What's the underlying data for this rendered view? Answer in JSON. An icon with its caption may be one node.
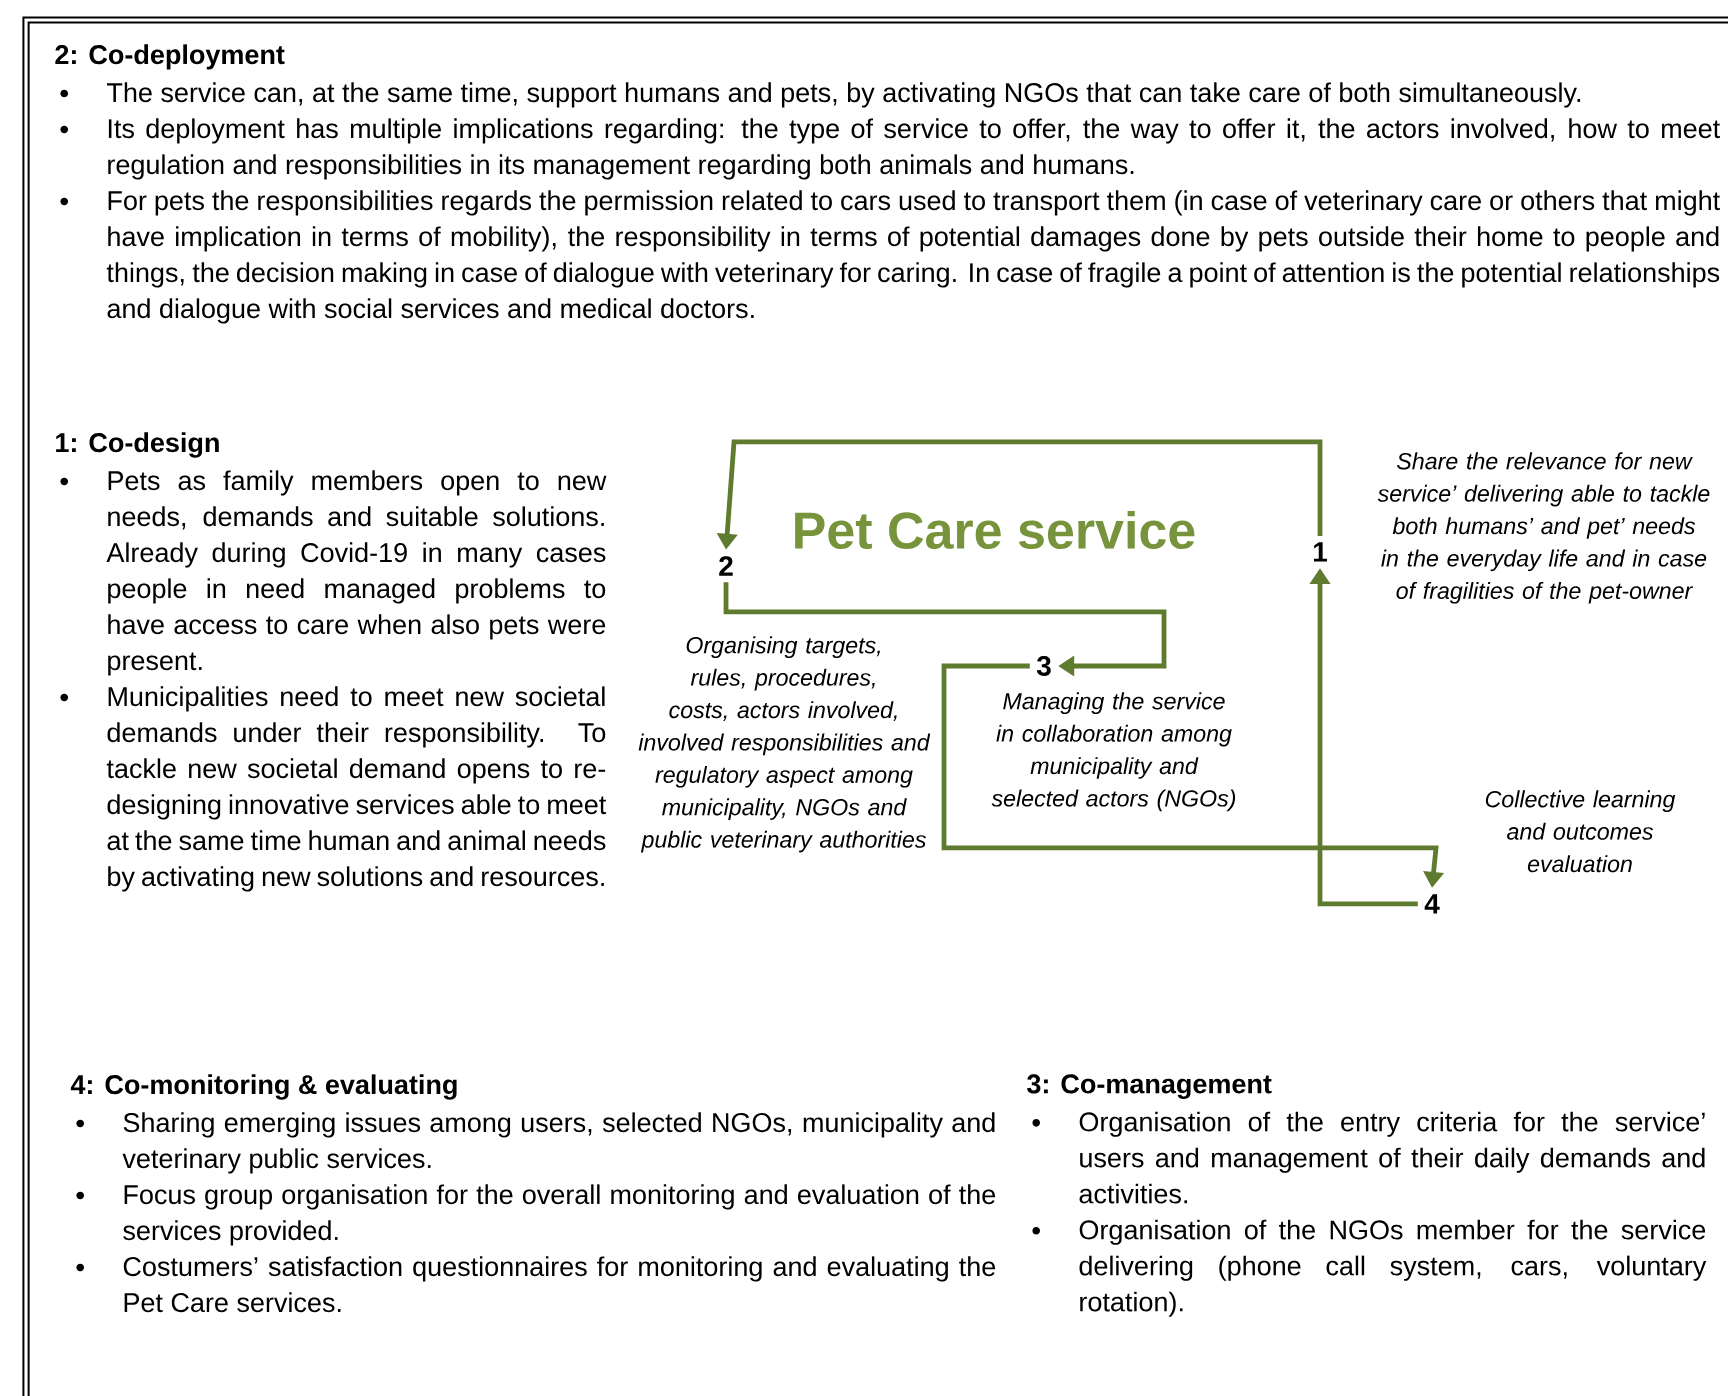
{
  "diagram": {
    "title": "Pet Care service",
    "nodes": [
      {
        "text": [
          "1"
        ],
        "beside": [
          "Share the relevance for new service’ delivering able to tackle both humans’ and pet’ needs in the everyday life and in case of fragilities of the pet-owner"
        ]
      },
      {
        "text": [
          "2"
        ],
        "beside": [
          "Organising targets, rules, procedures, costs, actors involved, involved responsibilities and regulatory aspect among municipality, NGOs and public veterinary authorities"
        ]
      },
      {
        "text": [
          "3"
        ],
        "beside": [
          "Managing the service in collaboration among municipality and selected actors (NGOs)"
        ]
      },
      {
        "text": [
          "4"
        ],
        "beside": [
          "Collective learning and outcomes evaluation"
        ]
      }
    ],
    "edges": [
      {
        "from": 0,
        "to": 1,
        "arrow": "to"
      },
      {
        "from": 1,
        "to": 2,
        "arrow": "to"
      },
      {
        "from": 2,
        "to": 3,
        "arrow": "to"
      },
      {
        "from": 3,
        "to": 0,
        "arrow": "to"
      }
    ],
    "labels": [
      "2: Co-deployment",
      "The service can, at the same time, support humans and pets, by activating NGOs that can take care of both simultaneously.",
      "Its deployment has multiple implications regarding: the type of service to offer, the way to offer it, the actors involved, how to meet regulation and responsibilities in its management regarding both animals and humans.",
      "For pets the responsibilities regards the permission related to cars used to transport them (in case of veterinary care or others that might have implication in terms of mobility), the responsibility in terms of potential damages done by pets outside their home to people and things, the decision making in case of dialogue with veterinary for caring. In case of fragile a point of attention is the potential relationships and dialogue with social services and medical doctors.",
      "1: Co-design",
      "Pets as family members open to new needs, demands and suitable solutions. Already during Covid-19 in many cases people in need managed problems to have access to care when also pets were present.",
      "Municipalities need to meet new societal demands under their responsibility. To tackle new societal demand opens to re-designing innovative services able to meet at the same time human and animal needs by activating new solutions and resources.",
      "4: Co-monitoring & evaluating",
      "Sharing emerging issues among users, selected NGOs, municipality and veterinary public services.",
      "Focus group organisation for the overall monitoring and evaluation of the services provided.",
      "Costumers’ satisfaction questionnaires for monitoring and evaluating the Pet Care services.",
      "3: Co-management",
      "Organisation of the entry criteria for the service’ users and management of their daily demands and activities.",
      "Organisation of the NGOs member for the service delivering (phone call system, cars, voluntary rotation)."
    ]
  }
}
